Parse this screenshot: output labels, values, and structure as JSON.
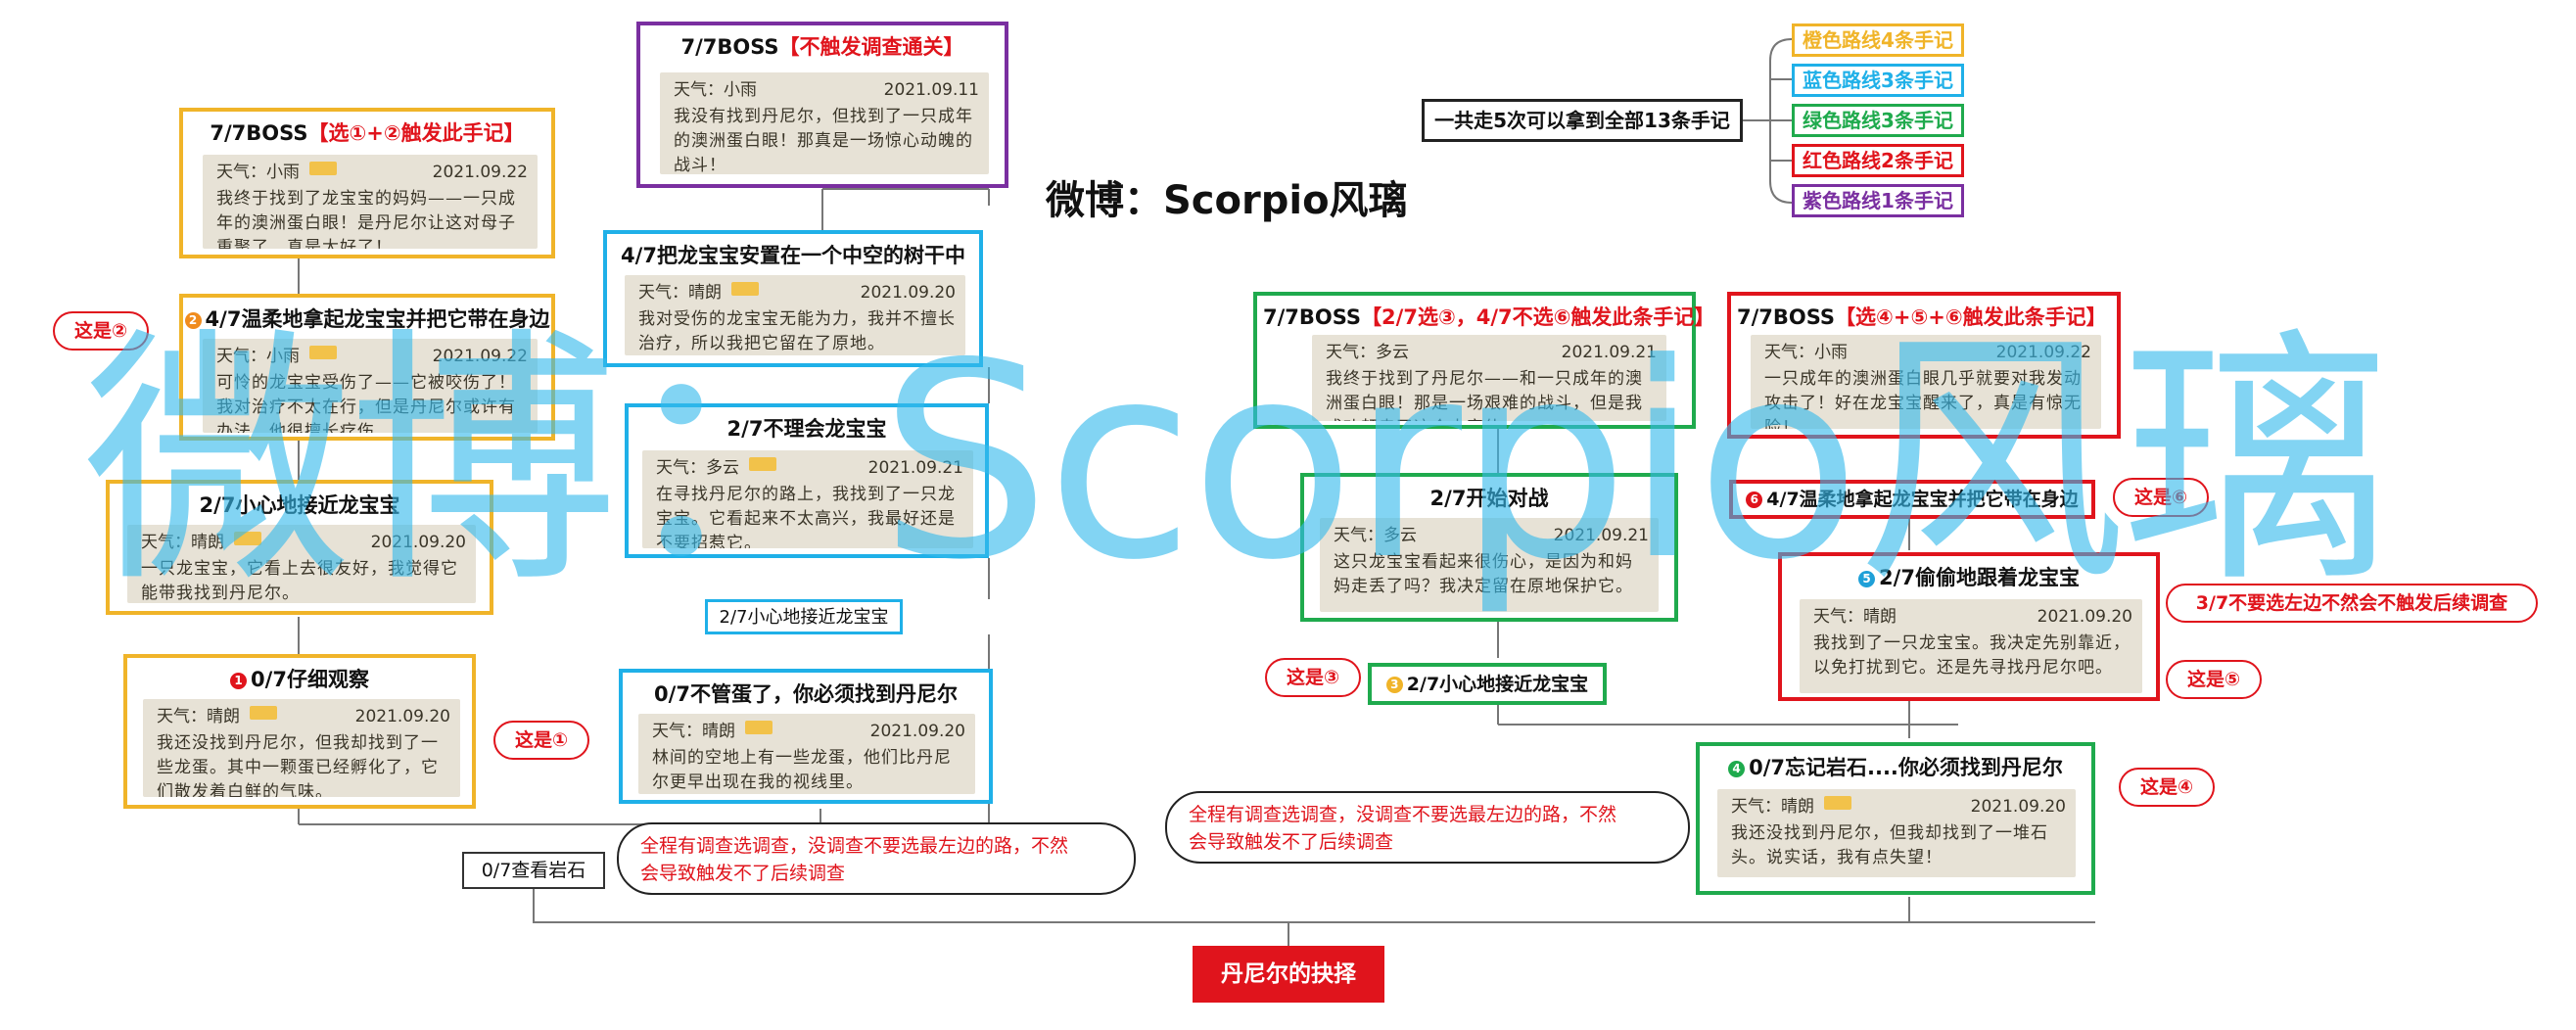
{
  "watermark": "微博：Scorpio风璃",
  "title": "微博：Scorpio风璃",
  "root": "丹尼尔的抉择",
  "total_label": "一共走5次可以拿到全部13条手记",
  "routes": [
    {
      "label": "橙色路线4条手记",
      "color": "#f0b429"
    },
    {
      "label": "蓝色路线3条手记",
      "color": "#1fb0e8"
    },
    {
      "label": "绿色路线3条手记",
      "color": "#1faa4d"
    },
    {
      "label": "红色路线2条手记",
      "color": "#e0141c"
    },
    {
      "label": "紫色路线1条手记",
      "color": "#7a2fa0"
    }
  ],
  "nodes": {
    "o1": {
      "title": "7/7BOSS",
      "title_em": "【选①+②触发此手记】",
      "weather": "天气：小雨",
      "date": "2021.09.22",
      "text": "我终于找到了龙宝宝的妈妈——一只成年的澳洲蛋白眼！是丹尼尔让这对母子重聚了，真是太好了！"
    },
    "o2": {
      "badge": "2",
      "title": "4/7温柔地拿起龙宝宝并把它带在身边",
      "weather": "天气：小雨",
      "date": "2021.09.22",
      "text": "可怜的龙宝宝受伤了——它被咬伤了！我对治疗不太在行，但是丹尼尔或许有办法，他很擅长疗伤。"
    },
    "o3": {
      "title": "2/7小心地接近龙宝宝",
      "weather": "天气：晴朗",
      "date": "2021.09.20",
      "text": "一只龙宝宝，它看上去很友好，我觉得它能带我找到丹尼尔。"
    },
    "o4": {
      "badge": "1",
      "title": "0/7仔细观察",
      "weather": "天气：晴朗",
      "date": "2021.09.20",
      "text": "我还没找到丹尼尔，但我却找到了一些龙蛋。其中一颗蛋已经孵化了，它们散发着白鲜的气味。"
    },
    "p1": {
      "title": "7/7BOSS",
      "title_em": "【不触发调查通关】",
      "weather": "天气：小雨",
      "date": "2021.09.11",
      "text": "我没有找到丹尼尔，但找到了一只成年的澳洲蛋白眼！那真是一场惊心动魄的战斗！"
    },
    "b1": {
      "title": "4/7把龙宝宝安置在一个中空的树干中",
      "weather": "天气：晴朗",
      "date": "2021.09.20",
      "text": "我对受伤的龙宝宝无能为力，我并不擅长治疗，所以我把它留在了原地。"
    },
    "b2": {
      "title": "2/7不理会龙宝宝",
      "weather": "天气：多云",
      "date": "2021.09.21",
      "text": "在寻找丹尼尔的路上，我找到了一只龙宝宝。它看起来不太高兴，我最好还是不要招惹它。"
    },
    "b3": {
      "title": "0/7不管蛋了，你必须找到丹尼尔",
      "weather": "天气：晴朗",
      "date": "2021.09.20",
      "text": "林间的空地上有一些龙蛋，他们比丹尼尔更早出现在我的视线里。"
    },
    "g1": {
      "title": "7/7BOSS",
      "title_em": "【2/7选③，4/7不选⑥触发此条手记】",
      "weather": "天气：多云",
      "date": "2021.09.21",
      "text": "我终于找到了丹尼尔——和一只成年的澳洲蛋白眼！那是一场艰难的战斗，但是我成功赶走了这个大家伙。"
    },
    "g2": {
      "title": "2/7开始对战",
      "weather": "天气：多云",
      "date": "2021.09.21",
      "text": "这只龙宝宝看起来很伤心，是因为和妈妈走丢了吗？我决定留在原地保护它。"
    },
    "g4": {
      "badge": "4",
      "title": "0/7忘记岩石....你必须找到丹尼尔",
      "weather": "天气：晴朗",
      "date": "2021.09.20",
      "text": "我还没找到丹尼尔，但我却找到了一堆石头。说实话，我有点失望！"
    },
    "r1": {
      "title": "7/7BOSS",
      "title_em": "【选④+⑤+⑥触发此条手记】",
      "weather": "天气：小雨",
      "date": "2021.09.22",
      "text": "一只成年的澳洲蛋白眼几乎就要对我发动攻击了！好在龙宝宝醒来了，真是有惊无险！"
    },
    "r3": {
      "badge": "5",
      "title": "2/7偷偷地跟着龙宝宝",
      "weather": "天气：晴朗",
      "date": "2021.09.20",
      "text": "我找到了一只龙宝宝。我决定先别靠近，以免打扰到它。还是先寻找丹尼尔吧。"
    }
  },
  "tags": {
    "r2": {
      "badge": "6",
      "label": "4/7温柔地拿起龙宝宝并把它带在身边"
    },
    "g3": {
      "badge": "3",
      "label": "2/7小心地接近龙宝宝"
    },
    "mid": "2/7小心地接近龙宝宝",
    "rock": "0/7查看岩石"
  },
  "callouts": {
    "c1": "这是①",
    "c2": "这是②",
    "c3": "这是③",
    "c4": "这是④",
    "c5": "这是⑤",
    "c6": "这是⑥",
    "c7": "3/7不要选左边不然会不触发后续调查",
    "warn_line1": "全程有调查选调查，没调查不要选最左边的路，不然",
    "warn_line2": "会导致触发不了后续调查"
  },
  "colors": {
    "orange": "#f0b429",
    "blue": "#1fb0e8",
    "green": "#1faa4d",
    "red": "#e0141c",
    "purple": "#7a2fa0"
  }
}
